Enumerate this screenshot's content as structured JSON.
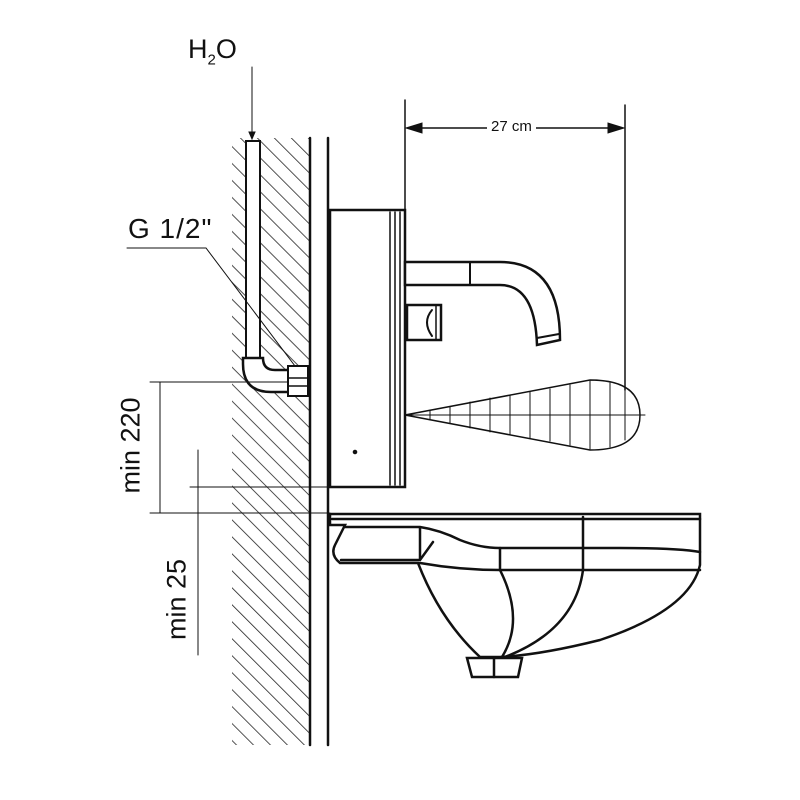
{
  "labels": {
    "water": "H",
    "water_sub": "2",
    "water_end": "O",
    "thread": "G 1/2\"",
    "width": "27 cm",
    "min_height_above": "min 220",
    "min_gap": "min 25"
  }
}
